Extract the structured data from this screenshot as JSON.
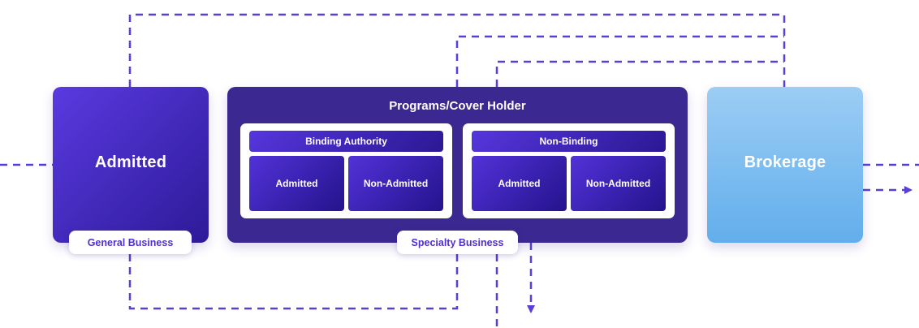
{
  "admitted": {
    "label": "Admitted"
  },
  "programs": {
    "title": "Programs/Cover Holder",
    "binding": {
      "header": "Binding Authority",
      "left": "Admitted",
      "right": "Non-Admitted"
    },
    "nonbinding": {
      "header": "Non-Binding",
      "left": "Admitted",
      "right": "Non-Admitted"
    }
  },
  "brokerage": {
    "label": "Brokerage"
  },
  "pills": {
    "general": "General Business",
    "specialty": "Specialty Business"
  },
  "colors": {
    "connector": "#5b3ddb",
    "admitted_gradient": [
      "#5a3ae0",
      "#2d1a98"
    ],
    "programs_bg": "#3b2891",
    "brokerage_gradient": [
      "#9ccdf4",
      "#62aeec"
    ],
    "pill_text": "#4f2fd0"
  }
}
